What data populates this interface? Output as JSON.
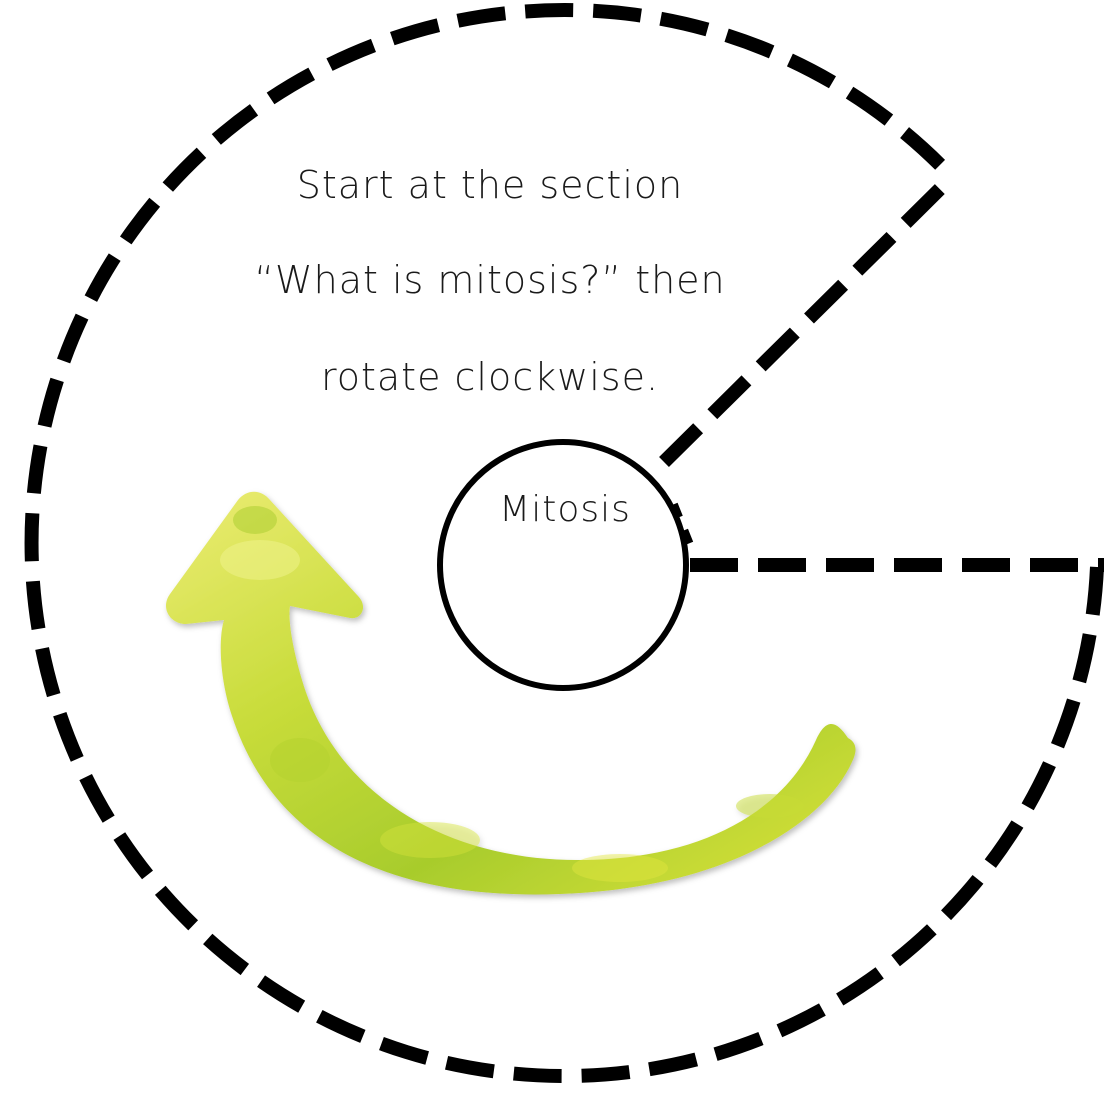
{
  "instructions": {
    "line1": "Start at the section",
    "line2": "“What is mitosis?” then",
    "line3": "rotate clockwise."
  },
  "center_label": "Mitosis",
  "arrow_colors": {
    "light": "#ecec74",
    "mid": "#c8dc3a",
    "dark": "#a8cc2c"
  }
}
